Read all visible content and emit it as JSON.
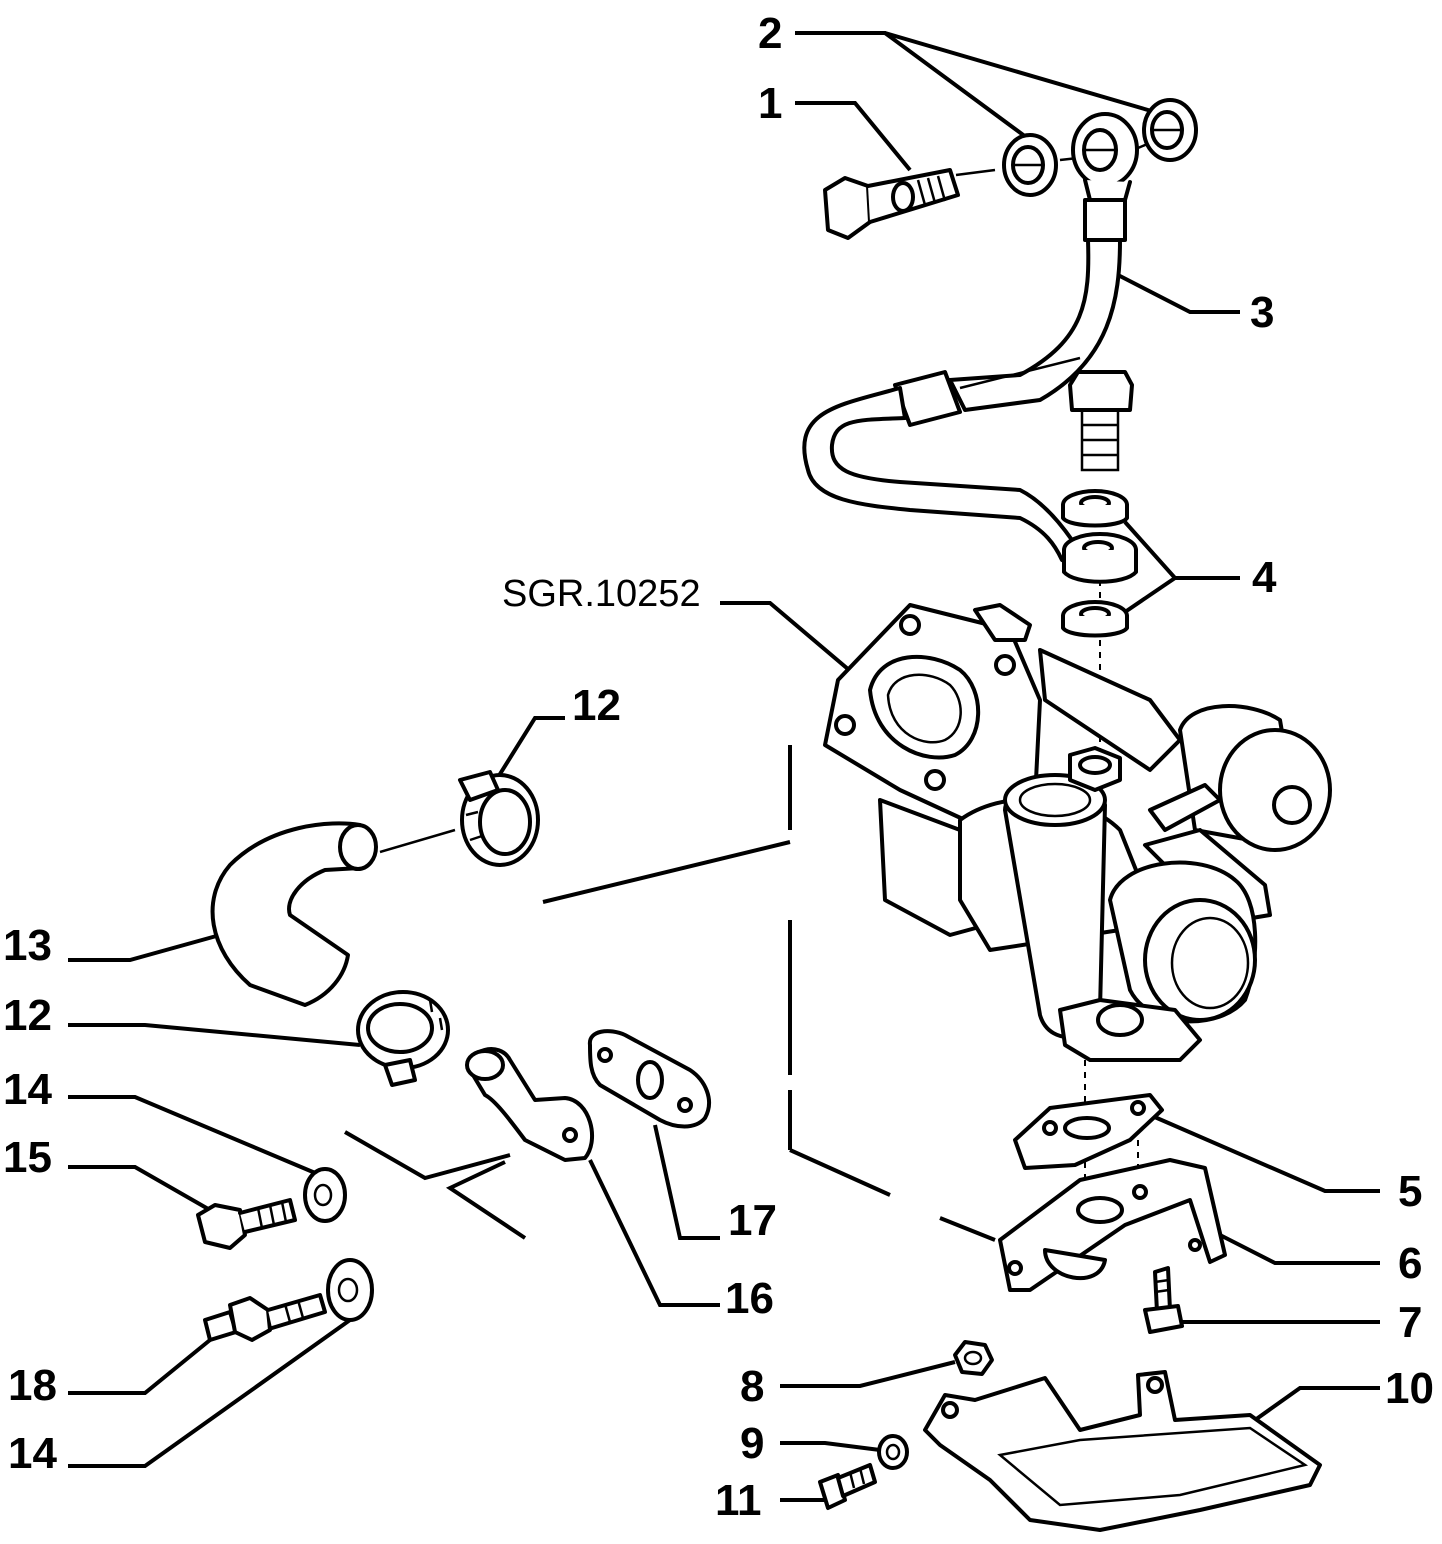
{
  "diagram": {
    "reference_code": "SGR.10252",
    "callouts": {
      "c1": "1",
      "c2": "2",
      "c3": "3",
      "c4": "4",
      "c5": "5",
      "c6": "6",
      "c7": "7",
      "c8": "8",
      "c9": "9",
      "c10": "10",
      "c11": "11",
      "c12_top": "12",
      "c12_mid": "12",
      "c13": "13",
      "c14_top": "14",
      "c14_bottom": "14",
      "c15": "15",
      "c16": "16",
      "c17": "17",
      "c18": "18"
    }
  }
}
